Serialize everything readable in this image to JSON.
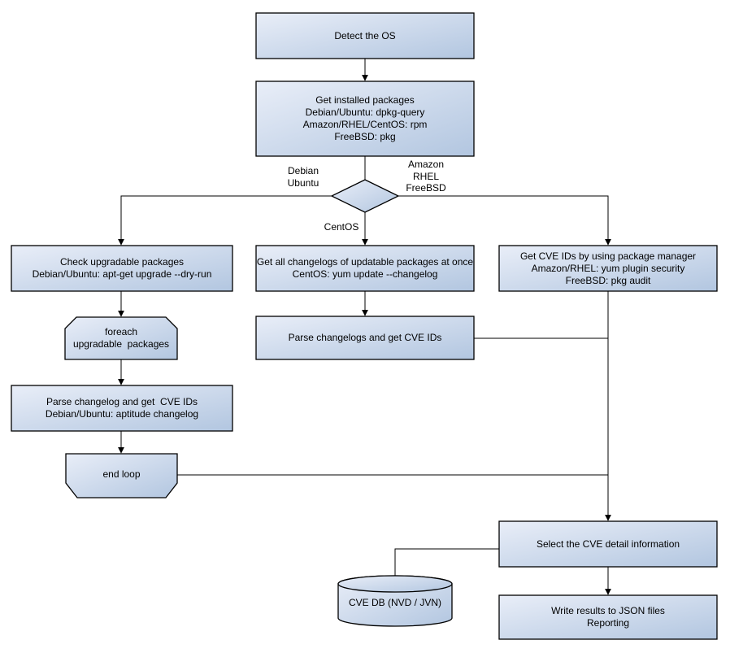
{
  "diagram": {
    "type": "flowchart",
    "colors": {
      "node_fill_light": "#e9eef8",
      "node_fill_dark": "#b2c6e0",
      "node_border": "#000000",
      "connector": "#000000",
      "background": "#ffffff"
    },
    "nodes": {
      "detect_os": {
        "shape": "rect",
        "lines": [
          "Detect the OS"
        ]
      },
      "get_installed_packages": {
        "shape": "rect",
        "lines": [
          "Get installed packages",
          "Debian/Ubuntu: dpkg-query",
          "Amazon/RHEL/CentOS: rpm",
          "FreeBSD: pkg"
        ]
      },
      "os_decision": {
        "shape": "diamond",
        "lines": []
      },
      "check_upgradable_packages": {
        "shape": "rect",
        "lines": [
          "Check upgradable packages",
          "Debian/Ubuntu: apt-get upgrade --dry-run"
        ]
      },
      "foreach_loop": {
        "shape": "loop-start",
        "lines": [
          "foreach",
          "upgradable  packages"
        ]
      },
      "parse_changelog_debian": {
        "shape": "rect",
        "lines": [
          "Parse changelog and get  CVE IDs",
          "Debian/Ubuntu: aptitude changelog"
        ]
      },
      "end_loop": {
        "shape": "loop-end",
        "lines": [
          "end loop"
        ]
      },
      "get_all_changelogs": {
        "shape": "rect",
        "lines": [
          "Get all changelogs of updatable packages at once",
          "CentOS: yum update --changelog"
        ]
      },
      "parse_changelogs_centos": {
        "shape": "rect",
        "lines": [
          "Parse changelogs and get CVE IDs"
        ]
      },
      "get_cve_ids_pkg_manager": {
        "shape": "rect",
        "lines": [
          "Get CVE IDs by using package manager",
          "Amazon/RHEL: yum plugin security",
          "FreeBSD: pkg audit"
        ]
      },
      "select_cve_detail": {
        "shape": "rect",
        "lines": [
          "Select the CVE detail information"
        ]
      },
      "write_results": {
        "shape": "rect",
        "lines": [
          "Write results to JSON files",
          "Reporting"
        ]
      },
      "cve_db": {
        "shape": "cylinder",
        "lines": [
          "CVE DB (NVD / JVN)"
        ]
      }
    },
    "edge_labels": {
      "debian_ubuntu": {
        "lines": [
          "Debian",
          "Ubuntu"
        ]
      },
      "amazon_rhel_freebsd": {
        "lines": [
          "Amazon",
          "RHEL",
          "FreeBSD"
        ]
      },
      "centos": {
        "lines": [
          "CentOS"
        ]
      }
    }
  }
}
